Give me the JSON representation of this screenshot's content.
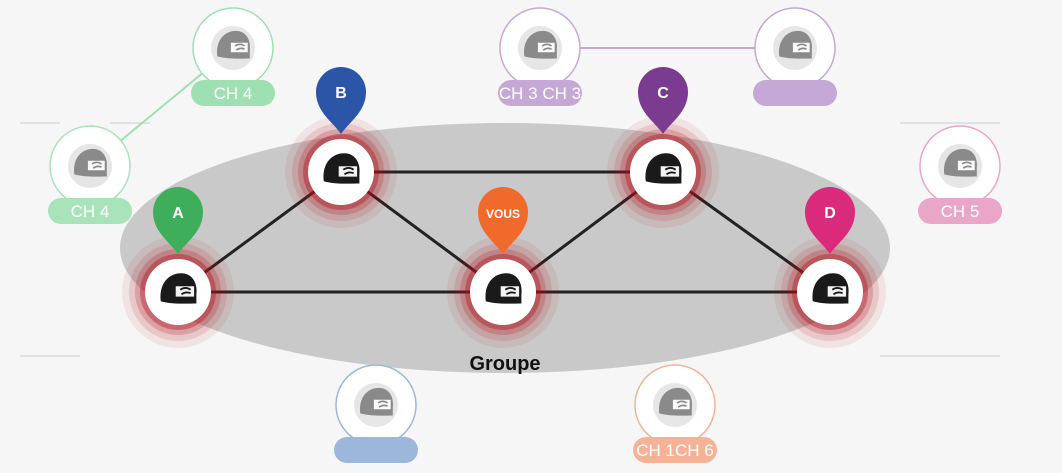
{
  "group_label": "Groupe",
  "colors": {
    "background": "#f6f6f6",
    "group_ellipse": "#c9c9c9",
    "link": "#222222",
    "ring": "#b0121b",
    "helmet": "#1a1a1a",
    "helmet_faded": "#8a8a8a"
  },
  "riders": [
    {
      "id": "A",
      "label": "A",
      "color": "#3fae5a"
    },
    {
      "id": "B",
      "label": "B",
      "color": "#2b56a8"
    },
    {
      "id": "VOUS",
      "label": "VOUS",
      "color": "#f06a2c"
    },
    {
      "id": "C",
      "label": "C",
      "color": "#7a3b91"
    },
    {
      "id": "D",
      "label": "D",
      "color": "#d92a7c"
    }
  ],
  "links": [
    [
      "A",
      "B"
    ],
    [
      "A",
      "VOUS"
    ],
    [
      "B",
      "C"
    ],
    [
      "B",
      "VOUS"
    ],
    [
      "VOUS",
      "C"
    ],
    [
      "VOUS",
      "D"
    ],
    [
      "C",
      "D"
    ]
  ],
  "channels": [
    {
      "id": "ch4-top",
      "label": "CH 4",
      "color": "#9fe0b3",
      "text_color": "#ffffff"
    },
    {
      "id": "ch4-left",
      "label": "CH 4",
      "color": "#a8e3ba",
      "text_color": "#ffffff"
    },
    {
      "id": "ch3-left",
      "label": "CH 3 CH 3",
      "color": "#c6a8d6",
      "text_color": "#ffffff"
    },
    {
      "id": "ch3-right",
      "label": "",
      "color": "#c6a8d6",
      "text_color": "#ffffff"
    },
    {
      "id": "ch5",
      "label": "CH 5",
      "color": "#eaa6c8",
      "text_color": "#ffffff"
    },
    {
      "id": "blue-bottom",
      "label": "",
      "color": "#9cb6dc",
      "text_color": "#ffffff"
    },
    {
      "id": "ch1",
      "label": "CH 1CH 6",
      "color": "#f6b297",
      "text_color": "#ffffff"
    }
  ],
  "channel_links": [
    [
      "ch4-top",
      "ch4-left"
    ],
    [
      "ch3-left",
      "ch3-right"
    ]
  ]
}
